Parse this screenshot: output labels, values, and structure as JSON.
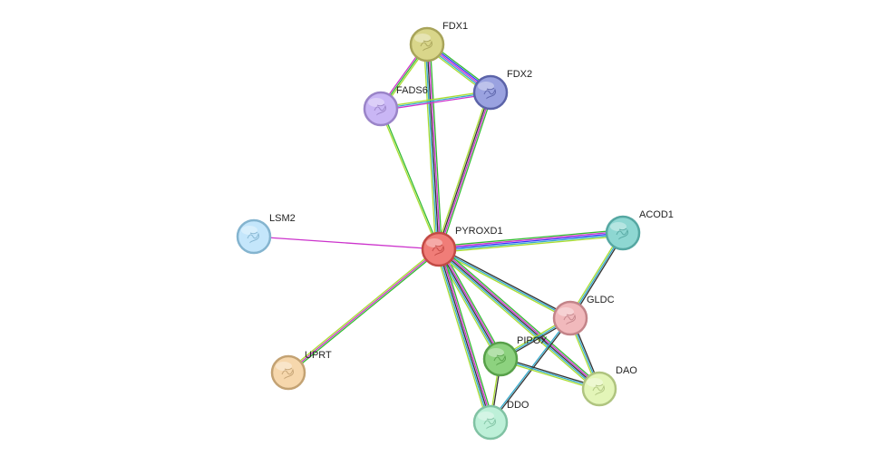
{
  "nodes": [
    {
      "id": "FDX1",
      "label": "FDX1",
      "color": "#d9d68a",
      "ring": "#a8a45a"
    },
    {
      "id": "FDX2",
      "label": "FDX2",
      "color": "#9aa2e0",
      "ring": "#5b63a8"
    },
    {
      "id": "FADS6",
      "label": "FADS6",
      "color": "#c9b6f5",
      "ring": "#9a84c8"
    },
    {
      "id": "LSM2",
      "label": "LSM2",
      "color": "#c4e6fb",
      "ring": "#84b4cf"
    },
    {
      "id": "PYROXD1",
      "label": "PYROXD1",
      "color": "#f07d78",
      "ring": "#c24a45"
    },
    {
      "id": "ACOD1",
      "label": "ACOD1",
      "color": "#8ed7d2",
      "ring": "#55a7a2"
    },
    {
      "id": "GLDC",
      "label": "GLDC",
      "color": "#f1b9bc",
      "ring": "#c38489"
    },
    {
      "id": "PIPOX",
      "label": "PIPOX",
      "color": "#8dd27f",
      "ring": "#57a049"
    },
    {
      "id": "DAO",
      "label": "DAO",
      "color": "#e3f5b8",
      "ring": "#afc47f"
    },
    {
      "id": "DDO",
      "label": "DDO",
      "color": "#bdf0d8",
      "ring": "#80c2a3"
    },
    {
      "id": "UPRT",
      "label": "UPRT",
      "color": "#f6d7ac",
      "ring": "#c3a273"
    }
  ],
  "edges": [
    {
      "source": "FDX1",
      "target": "FDX2",
      "evidence": [
        "#33bb33",
        "#3333ff",
        "#cc33cc",
        "#33aacc",
        "#aadd33"
      ]
    },
    {
      "source": "FDX1",
      "target": "FADS6",
      "evidence": [
        "#aadd33",
        "#33bb33",
        "#cc33cc"
      ]
    },
    {
      "source": "FDX1",
      "target": "PYROXD1",
      "evidence": [
        "#33bb33",
        "#cc33cc",
        "#333333",
        "#33aacc",
        "#aadd33"
      ]
    },
    {
      "source": "FDX2",
      "target": "FADS6",
      "evidence": [
        "#cc33cc",
        "#33aacc",
        "#aadd33"
      ]
    },
    {
      "source": "FDX2",
      "target": "PYROXD1",
      "evidence": [
        "#33bb33",
        "#cc33cc",
        "#333333",
        "#aadd33"
      ]
    },
    {
      "source": "FADS6",
      "target": "PYROXD1",
      "evidence": [
        "#33bb33",
        "#aadd33"
      ]
    },
    {
      "source": "LSM2",
      "target": "PYROXD1",
      "evidence": [
        "#cc33cc"
      ]
    },
    {
      "source": "PYROXD1",
      "target": "ACOD1",
      "evidence": [
        "#33bb33",
        "#cc33cc",
        "#3333ff",
        "#33aacc",
        "#aadd33"
      ]
    },
    {
      "source": "PYROXD1",
      "target": "UPRT",
      "evidence": [
        "#33bb33",
        "#cc33cc",
        "#aadd33"
      ]
    },
    {
      "source": "PYROXD1",
      "target": "GLDC",
      "evidence": [
        "#333333",
        "#33aacc",
        "#aadd33"
      ]
    },
    {
      "source": "PYROXD1",
      "target": "PIPOX",
      "evidence": [
        "#33bb33",
        "#cc33cc",
        "#333333",
        "#33aacc",
        "#aadd33"
      ]
    },
    {
      "source": "PYROXD1",
      "target": "DAO",
      "evidence": [
        "#33bb33",
        "#cc33cc",
        "#333333",
        "#33aacc",
        "#aadd33"
      ]
    },
    {
      "source": "PYROXD1",
      "target": "DDO",
      "evidence": [
        "#33bb33",
        "#cc33cc",
        "#333333",
        "#33aacc",
        "#aadd33"
      ]
    },
    {
      "source": "ACOD1",
      "target": "GLDC",
      "evidence": [
        "#333333",
        "#33aacc",
        "#aadd33"
      ]
    },
    {
      "source": "GLDC",
      "target": "PIPOX",
      "evidence": [
        "#333333",
        "#33aacc",
        "#aadd33"
      ]
    },
    {
      "source": "GLDC",
      "target": "DAO",
      "evidence": [
        "#333333",
        "#33aacc",
        "#aadd33"
      ]
    },
    {
      "source": "GLDC",
      "target": "DDO",
      "evidence": [
        "#333333",
        "#33aacc"
      ]
    },
    {
      "source": "PIPOX",
      "target": "DAO",
      "evidence": [
        "#333333",
        "#33aacc",
        "#aadd33"
      ]
    },
    {
      "source": "PIPOX",
      "target": "DDO",
      "evidence": [
        "#333333",
        "#aadd33"
      ]
    }
  ]
}
